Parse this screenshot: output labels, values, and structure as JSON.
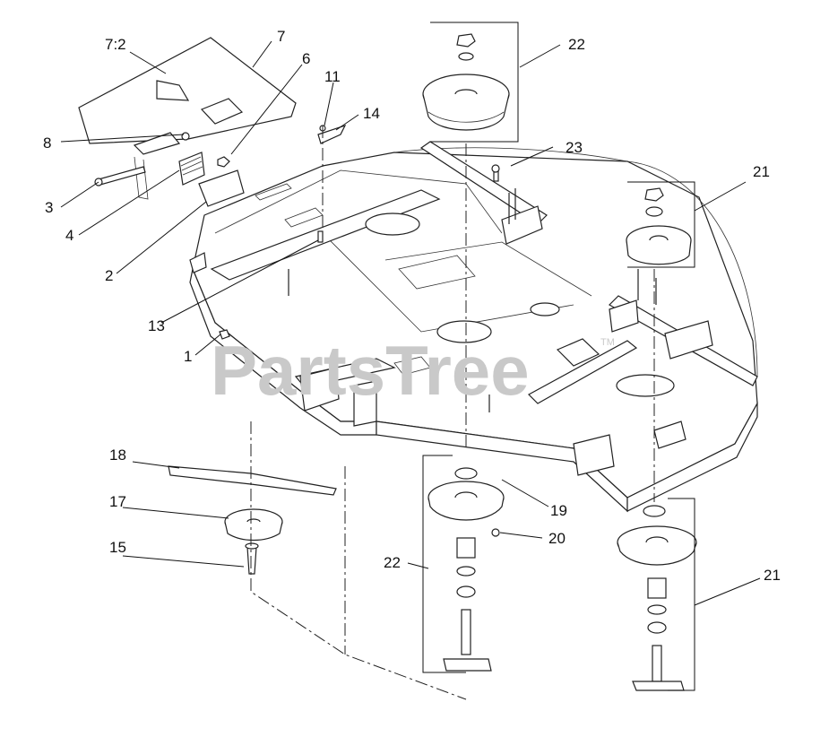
{
  "watermark": {
    "text": "PartsTree",
    "tm": "TM"
  },
  "callouts": {
    "c1": "1",
    "c2": "2",
    "c3": "3",
    "c4": "4",
    "c6": "6",
    "c7": "7",
    "c7_2": "7:2",
    "c8": "8",
    "c11": "11",
    "c13": "13",
    "c14": "14",
    "c15": "15",
    "c17": "17",
    "c18": "18",
    "c19": "19",
    "c20": "20",
    "c21a": "21",
    "c21b": "21",
    "c22a": "22",
    "c22b": "22",
    "c23": "23"
  },
  "colors": {
    "line": "#111111",
    "watermark": "#c9c9c9",
    "background": "#ffffff"
  }
}
